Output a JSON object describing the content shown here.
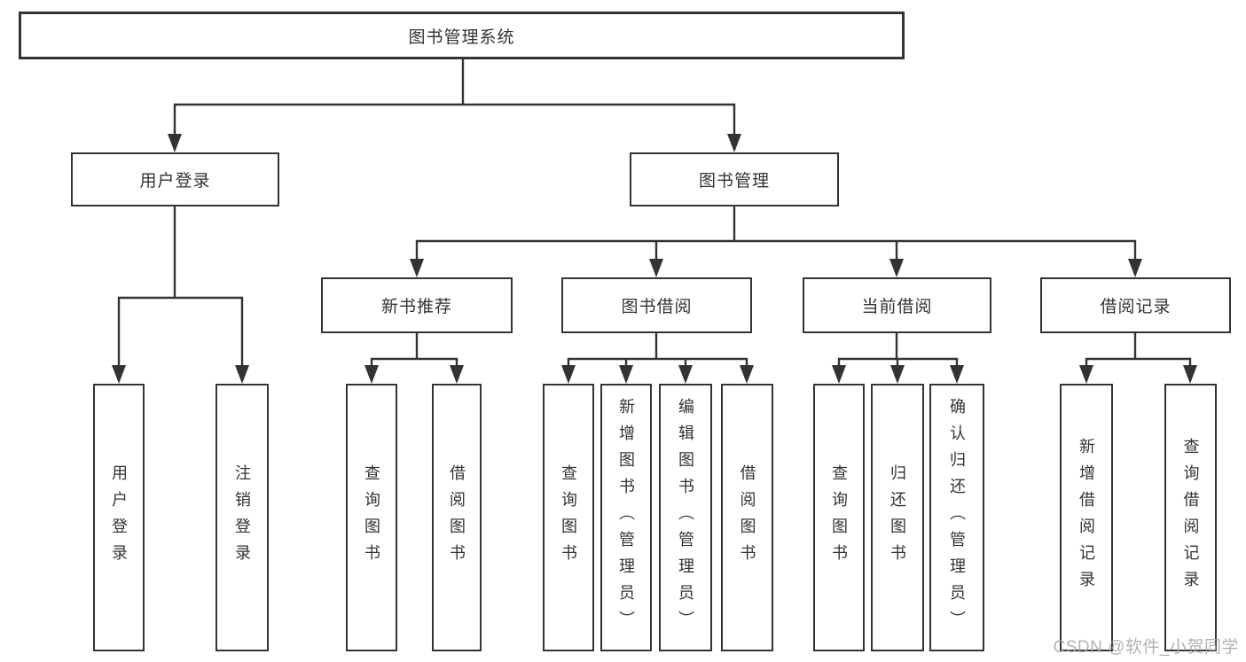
{
  "diagram_title": "图书管理系统",
  "nodes": {
    "root": "图书管理系统",
    "user_login": "用户登录",
    "book_mgmt": "图书管理",
    "new_book_rec": "新书推荐",
    "book_borrow": "图书借阅",
    "current_borrow": "当前借阅",
    "borrow_record": "借阅记录",
    "ul_login": "用户登录",
    "ul_logout": "注销登录",
    "nb_query": "查询图书",
    "nb_borrow": "借阅图书",
    "bb_query": "查询图书",
    "bb_add": "新增图书（管理员）",
    "bb_edit": "编辑图书（管理员）",
    "bb_borrow": "借阅图书",
    "cb_query": "查询图书",
    "cb_return": "归还图书",
    "cb_confirm": "确认归还（管理员）",
    "br_add": "新增借阅记录",
    "br_query": "查询借阅记录"
  },
  "watermark": "CSDN @软件_小贺同学",
  "colors": {
    "line": "#333333",
    "box_border": "#333333",
    "box_fill": "#ffffff",
    "text": "#333333",
    "watermark": "#a5a5a5",
    "background": "#ffffff"
  }
}
